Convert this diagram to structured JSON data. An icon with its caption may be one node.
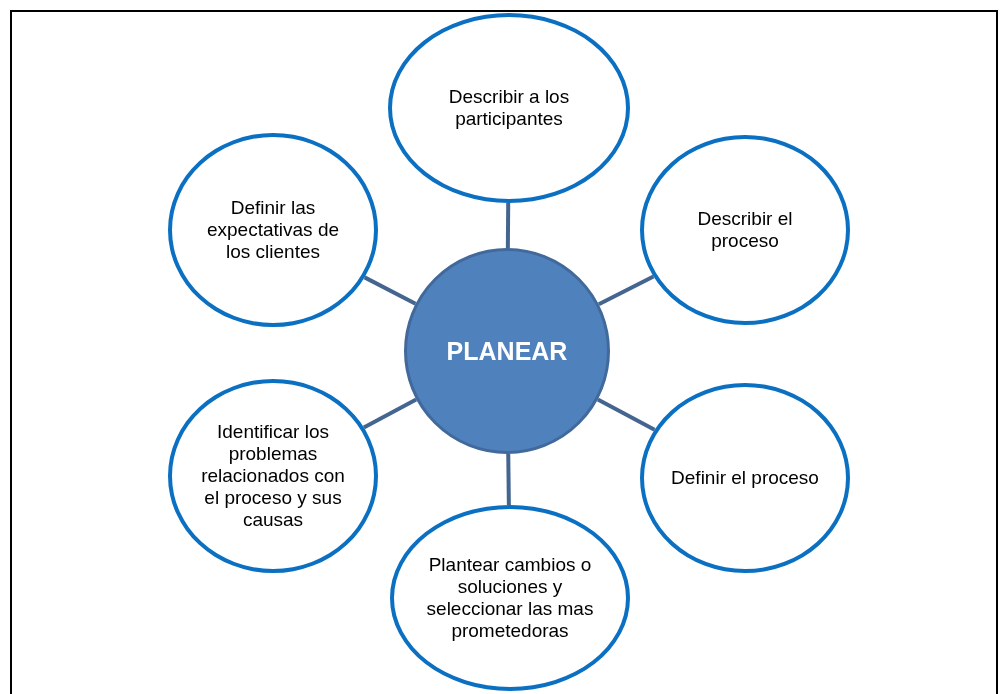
{
  "diagram": {
    "nodes": [
      {
        "text": [
          "Describir a los participantes"
        ]
      },
      {
        "text": [
          "Definir las expectativas de los clientes"
        ]
      },
      {
        "text": [
          "Describir el proceso"
        ]
      },
      {
        "text": [
          "PLANEAR"
        ]
      },
      {
        "text": [
          "Identificar los problemas relacionados con el proceso y sus causas"
        ]
      },
      {
        "text": [
          "Definir el proceso"
        ]
      },
      {
        "text": [
          "Plantear cambios o soluciones y seleccionar las mas prometedoras"
        ]
      }
    ],
    "edges": [
      {
        "from": 3,
        "to": 0,
        "arrow": "none"
      },
      {
        "from": 3,
        "to": 1,
        "arrow": "none"
      },
      {
        "from": 3,
        "to": 2,
        "arrow": "none"
      },
      {
        "from": 3,
        "to": 4,
        "arrow": "none"
      },
      {
        "from": 3,
        "to": 5,
        "arrow": "none"
      },
      {
        "from": 3,
        "to": 6,
        "arrow": "none"
      }
    ]
  }
}
